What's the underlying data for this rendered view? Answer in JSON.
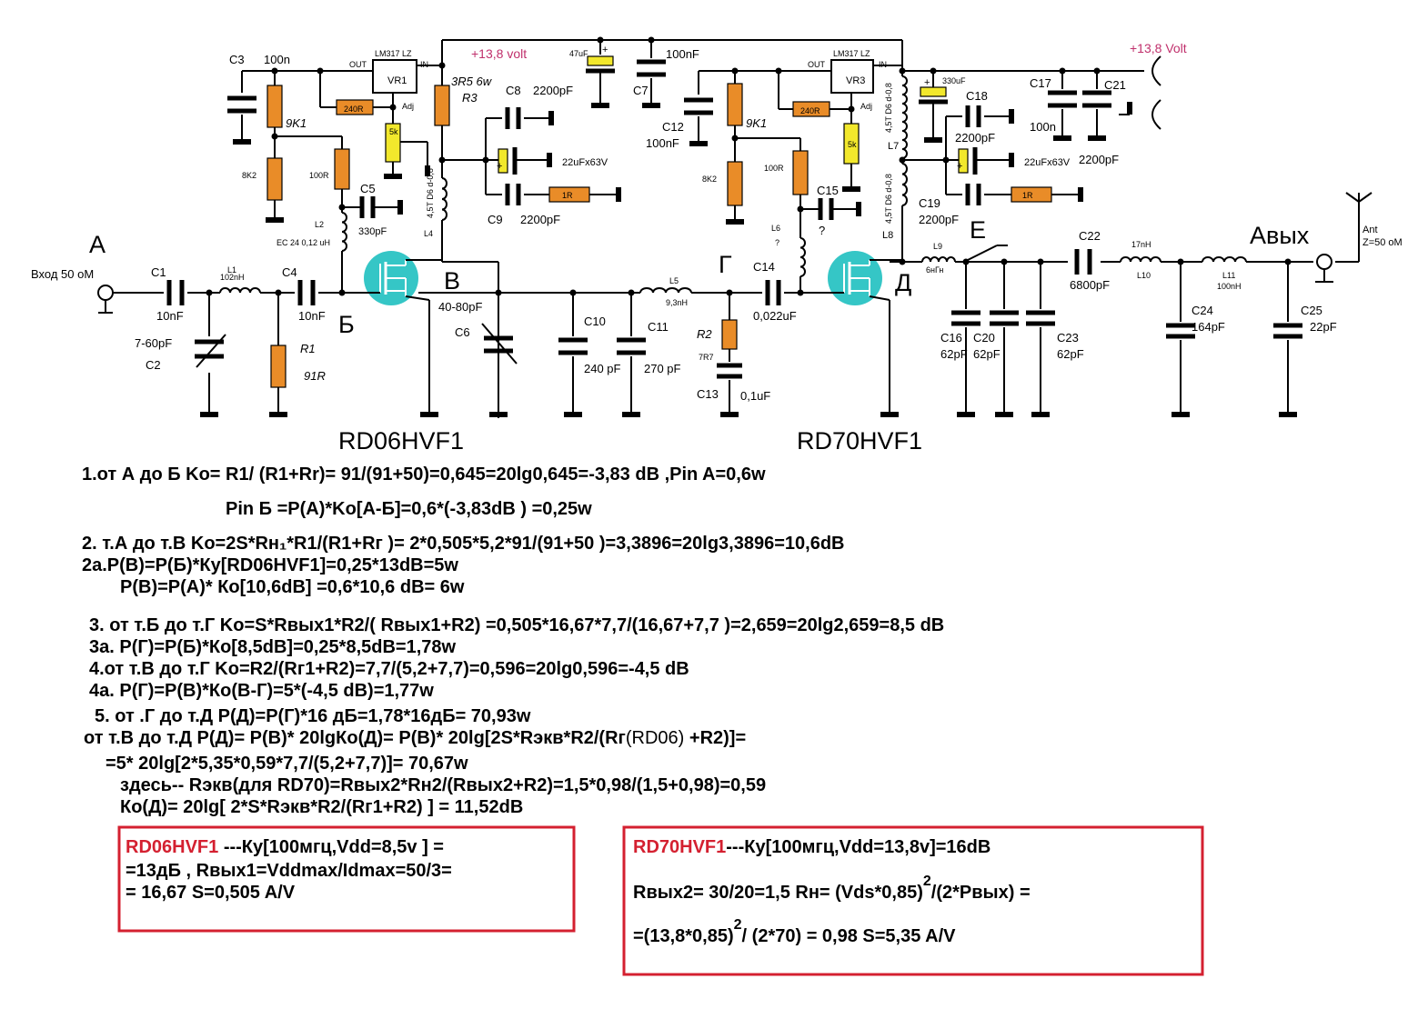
{
  "circuit": {
    "node_a": "A",
    "node_b": "Б",
    "node_v": "В",
    "node_g": "Г",
    "node_d": "Д",
    "node_e": "Е",
    "output_node": "Авых",
    "input_label": "Вход 50 оМ",
    "supply_1": "+13,8 volt",
    "supply_2": "+13,8 Volt",
    "antenna_label": "Ant",
    "antenna_impedance": "Z=50 оМ",
    "transistor_1": "RD06HVF1",
    "transistor_2": "RD70HVF1",
    "regulator_type": "LM317 LZ",
    "vr1": "VR1",
    "vr3": "VR3",
    "pin_out": "OUT",
    "pin_in": "IN",
    "pin_adj": "Adj",
    "c1": "C1",
    "c1_value": "10nF",
    "c2": "C2",
    "c2_value": "7-60pF",
    "l1": "L1",
    "l1_value": "102nH",
    "c4": "C4",
    "c4_value": "10nF",
    "r1": "R1",
    "r1_value": "91R",
    "c3": "C3",
    "c3_value": "100n",
    "r_9k1_a": "9K1",
    "r_8k2_a": "8K2",
    "r_240_a": "240R",
    "pot_5k_a": "5k",
    "r_100_a": "100R",
    "c5": "C5",
    "c5_value": "330pF",
    "l2": "L2",
    "l2_value": "EC 24 0,12 uH",
    "r3": "R3",
    "r3_value": "3R5 6w",
    "l4": "L4",
    "l4_value": "4,5T D6 d-0,8",
    "c8": "C8",
    "c8_value": "2200pF",
    "c9": "C9",
    "c9_value": "2200pF",
    "elec_22u_a": "22uFx63V",
    "r_1r_a": "1R",
    "cap_47u": "47uF",
    "c7": "C7",
    "c7_value": "100nF",
    "c6": "C6",
    "c6_value": "40-80pF",
    "c10": "C10",
    "c10_value": "240 pF",
    "c11": "C11",
    "c11_value": "270 pF",
    "l5": "L5",
    "l5_value": "9,3nH",
    "r2": "R2",
    "r2_value": "7R7",
    "c13": "C13",
    "c13_value": "0,1uF",
    "c14": "C14",
    "c14_value": "0,022uF",
    "c12": "C12",
    "c12_value": "100nF",
    "r_9k1_b": "9K1",
    "r_8k2_b": "8K2",
    "r_240_b": "240R",
    "pot_5k_b": "5k",
    "r_100_b": "100R",
    "c15": "C15",
    "c15_value": "?",
    "l6": "L6",
    "l6_value": "?",
    "l7": "L7",
    "l7_value": "4,5T D6 d-0,8",
    "l8": "L8",
    "l8_value": "4,5T D6 d-0,8",
    "cap_330u": "330uF",
    "c18": "C18",
    "c18_value": "2200pF",
    "c19": "C19",
    "c19_value": "2200pF",
    "elec_22u_b": "22uFx63V",
    "r_1r_b": "1R",
    "c17": "C17",
    "c17_value": "100n",
    "c21": "C21",
    "c21_value": "2200pF",
    "l9": "L9",
    "l9_value": "6нГн",
    "c16": "C16",
    "c16_value": "62pF",
    "c20": "C20",
    "c20_value": "62pF",
    "c23": "C23",
    "c23_value": "62pF",
    "c22": "C22",
    "c22_value": "6800pF",
    "l10": "L10",
    "l10_value": "17nH",
    "c24": "C24",
    "c24_value": "164pF",
    "l11": "L11",
    "l11_value": "100nH",
    "c25": "C25",
    "c25_value": "22pF"
  },
  "calc": {
    "l1a": "1.от А до Б    Ko= R1/ (R1+Rr)= 91/(91+50)=0,645=20lg0,645=-3,83 dB ,Pin A=0,6w",
    "l1b": "Pin Б =P(A)*Ko[A-Б]=0,6*(-3,83dB ) =0,25w",
    "l2": "2. т.А до т.В   Ko=2S*Rн₁*R1/(R1+Rг )= 2*0,505*5,2*91/(91+50 )=3,3896=20lg3,3896=10,6dB",
    "l2a": "2а.Р(В)=Р(Б)*Ку[RD06HVF1]=0,25*13dB=5w",
    "l2b": "Р(В)=Р(А)* Ко[10,6dB] =0,6*10,6 dB= 6w",
    "l3": "3. от т.Б до т.Г  Ko=S*Rвых1*R2/( Rвых1+R2) =0,505*16,67*7,7/(16,67+7,7 )=2,659=20lg2,659=8,5 dB",
    "l3a": "3а. Р(Г)=Р(Б)*Ко[8,5dB]=0,25*8,5dB=1,78w",
    "l4": "4.от т.В до т.Г  Ko=R2/(Rг1+R2)=7,7/(5,2+7,7)=0,596=20lg0,596=-4,5 dB",
    "l4a": "4а. Р(Г)=Р(В)*Ко(В-Г)=5*(-4,5 dB)=1,77w",
    "l5": "5. от .Г до т.Д    Р(Д)=Р(Г)*16 дБ=1,78*16дБ= 70,93w",
    "l6_pre": "от т.В до т.Д  Р(Д)= Р(В)* 20lgКо(Д)= Р(В)* 20lg[2S*Rэкв*R2/(Rг",
    "l6_mid": "(RD06)",
    "l6_post": " +R2)]=",
    "l7": "=5* 20lg[2*5,35*0,59*7,7/(5,2+7,7)]= 70,67w",
    "l8": "здесь-- Rэкв(для RD70)=Rвых2*Rн2/(Rвых2+R2)=1,5*0,98/(1,5+0,98)=0,59",
    "l9": "Ко(Д)= 20lg[ 2*S*Rэкв*R2/(Rг1+R2) ]  = 11,52dB"
  },
  "box1": {
    "name": "RD06HVF1",
    "line1_rest": "  ---Ку[100мгц,Vdd=8,5v ] =",
    "line2": "=13дБ , Rвых1=Vddmax/Idmax=50/3=",
    "line3": "= 16,67   S=0,505 A/V"
  },
  "box2": {
    "name": "RD70HVF1",
    "line1_rest": "---Ку[100мгц,Vdd=13,8v]=16dB",
    "line2a": "Rвых2= 30/20=1,5   Rн= (Vds*0,85)",
    "sup2a": "2",
    "line2b": "/(2*Рвых)  =",
    "line3a": "=(13,8*0,85)",
    "sup3": "2",
    "line3b": "/ (2*70) = 0,98     S=5,35 A/V"
  },
  "colors": {
    "resistor": "#e98c28",
    "potentiometer": "#f2e82c",
    "transistor": "#35c6c6",
    "supply_text": "#c0306c",
    "box_red": "#d42030"
  }
}
